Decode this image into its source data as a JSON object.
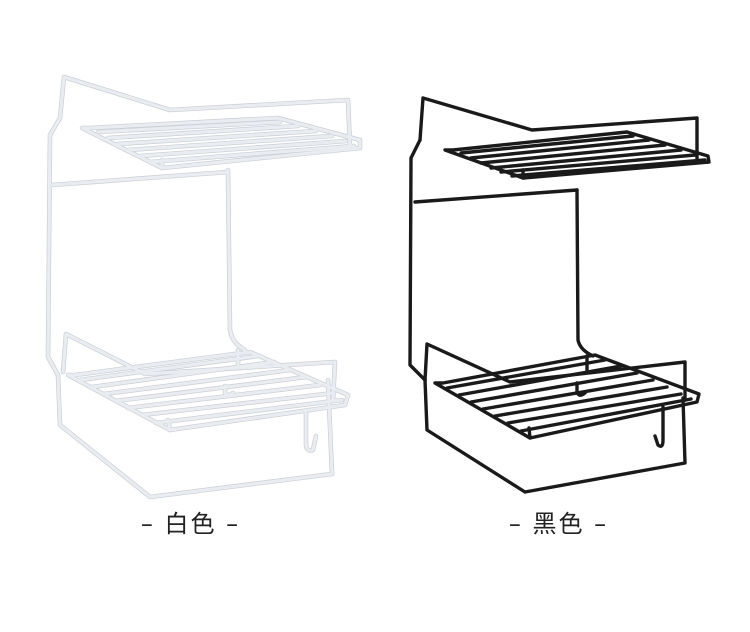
{
  "products": [
    {
      "label": "– 白色 –",
      "color_name": "white",
      "wire_color": "#e9ecf0",
      "wire_shade": "#c9ced5"
    },
    {
      "label": "– 黑色 –",
      "color_name": "black",
      "wire_color": "#1a1a1a",
      "wire_shade": "#000000"
    }
  ]
}
